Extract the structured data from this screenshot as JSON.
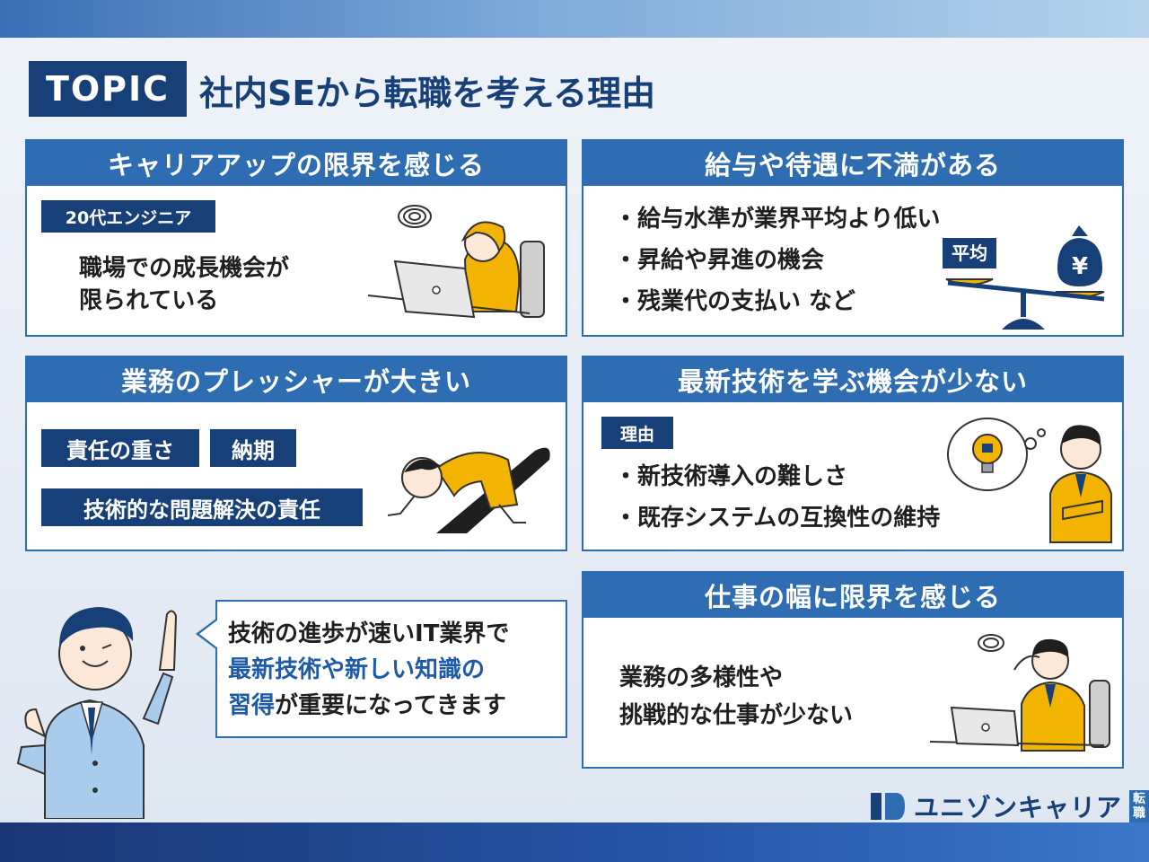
{
  "title": {
    "badge": "TOPIC",
    "text": "社内SEから転職を考える理由"
  },
  "cards": {
    "career": {
      "header": "キャリアアップの限界を感じる",
      "tag": "20代エンジニア",
      "text_line1": "職場での成長機会が",
      "text_line2": "限られている"
    },
    "salary": {
      "header": "給与や待遇に不満がある",
      "bullets": [
        "・給与水準が業界平均より低い",
        "・昇給や昇進の機会",
        "・残業代の支払い など"
      ],
      "scale_label": "平均",
      "bag_symbol": "¥"
    },
    "pressure": {
      "header": "業務のプレッシャーが大きい",
      "tags": [
        "責任の重さ",
        "納期",
        "技術的な問題解決の責任"
      ]
    },
    "tech": {
      "header": "最新技術を学ぶ機会が少ない",
      "tag": "理由",
      "bullets": [
        "・新技術導入の難しさ",
        "・既存システムの互換性の維持"
      ]
    },
    "scope": {
      "header": "仕事の幅に限界を感じる",
      "text_line1": "業務の多様性や",
      "text_line2": "挑戦的な仕事が少ない"
    }
  },
  "bubble": {
    "line1": "技術の進歩が速いIT業界で",
    "line2_highlight": "最新技術や新しい知識の",
    "line3_highlight": "習得",
    "line3_rest": "が重要になってきます"
  },
  "logo": {
    "text": "ユニゾンキャリア",
    "sub": "転職"
  },
  "colors": {
    "navy": "#173f78",
    "accent_blue": "#2f6db3",
    "highlight": "#1f5aa6",
    "yellow": "#f2b400"
  }
}
